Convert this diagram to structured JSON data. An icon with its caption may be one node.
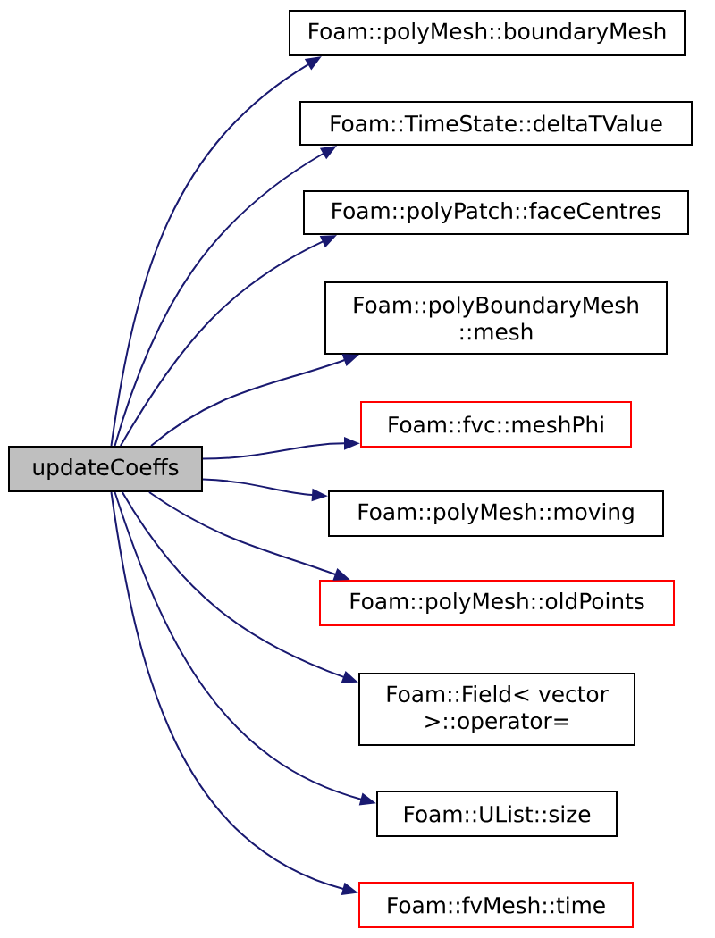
{
  "diagram": {
    "nodes": [
      {
        "text": [
          "updateCoeffs"
        ]
      },
      {
        "text": [
          "Foam::polyMesh::boundaryMesh"
        ]
      },
      {
        "text": [
          "Foam::TimeState::deltaTValue"
        ]
      },
      {
        "text": [
          "Foam::polyPatch::faceCentres"
        ]
      },
      {
        "text": [
          "Foam::polyBoundaryMesh ::mesh"
        ]
      },
      {
        "text": [
          "Foam::fvc::meshPhi"
        ]
      },
      {
        "text": [
          "Foam::polyMesh::moving"
        ]
      },
      {
        "text": [
          "Foam::polyMesh::oldPoints"
        ]
      },
      {
        "text": [
          "Foam::Field< vector >::operator="
        ]
      },
      {
        "text": [
          "Foam::UList::size"
        ]
      },
      {
        "text": [
          "Foam::fvMesh::time"
        ]
      }
    ],
    "edges": [
      {
        "from": 0,
        "to": 1,
        "arrow": "to"
      },
      {
        "from": 0,
        "to": 2,
        "arrow": "to"
      },
      {
        "from": 0,
        "to": 3,
        "arrow": "to"
      },
      {
        "from": 0,
        "to": 4,
        "arrow": "to"
      },
      {
        "from": 0,
        "to": 5,
        "arrow": "to"
      },
      {
        "from": 0,
        "to": 6,
        "arrow": "to"
      },
      {
        "from": 0,
        "to": 7,
        "arrow": "to"
      },
      {
        "from": 0,
        "to": 8,
        "arrow": "to"
      },
      {
        "from": 0,
        "to": 9,
        "arrow": "to"
      },
      {
        "from": 0,
        "to": 10,
        "arrow": "to"
      }
    ]
  }
}
